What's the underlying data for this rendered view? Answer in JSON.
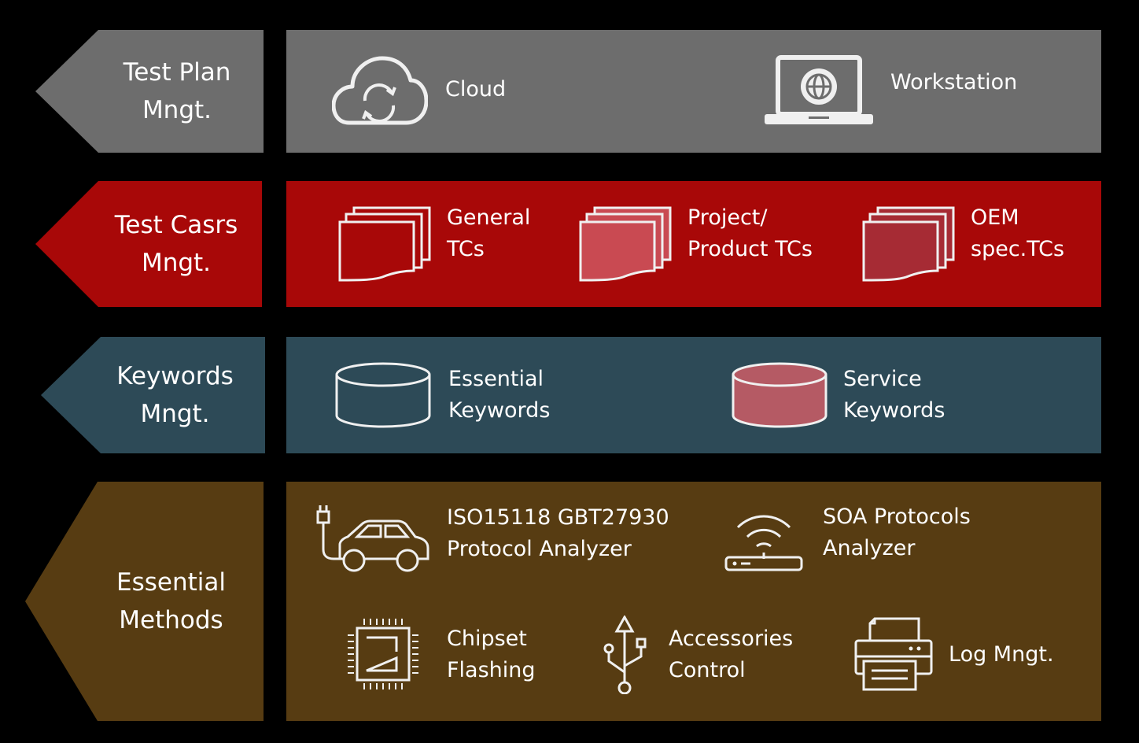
{
  "colors": {
    "gray": "#6d6d6d",
    "red": "#a80808",
    "teal": "#2d4a57",
    "brown": "#573c12",
    "icon_stroke": "#f0f0f0",
    "doc_fill_light": "#c94a52",
    "doc_fill_dark": "#a62b34",
    "db_fill": "#b55a64"
  },
  "rows": [
    {
      "tag": [
        "Test Plan",
        "Mngt."
      ],
      "items": [
        {
          "icon": "cloud-sync-icon",
          "lines": [
            "Cloud"
          ]
        },
        {
          "icon": "laptop-globe-icon",
          "lines": [
            "Workstation"
          ]
        }
      ]
    },
    {
      "tag": [
        "Test Casrs",
        "Mngt."
      ],
      "items": [
        {
          "icon": "documents-outline-icon",
          "lines": [
            "General",
            "TCs"
          ]
        },
        {
          "icon": "documents-filled-light-icon",
          "lines": [
            "Project/",
            "Product TCs"
          ]
        },
        {
          "icon": "documents-filled-dark-icon",
          "lines": [
            "OEM",
            "spec.TCs"
          ]
        }
      ]
    },
    {
      "tag": [
        "Keywords",
        "Mngt."
      ],
      "items": [
        {
          "icon": "database-outline-icon",
          "lines": [
            "Essential",
            "Keywords"
          ]
        },
        {
          "icon": "database-filled-icon",
          "lines": [
            "Service",
            "Keywords"
          ]
        }
      ]
    },
    {
      "tag": [
        "Essential",
        "Methods"
      ],
      "items": [
        {
          "icon": "electric-car-icon",
          "lines": [
            "ISO15118 GBT27930",
            "Protocol Analyzer"
          ]
        },
        {
          "icon": "wifi-router-icon",
          "lines": [
            "SOA Protocols",
            "Analyzer"
          ]
        },
        {
          "icon": "chip-icon",
          "lines": [
            "Chipset",
            "Flashing"
          ]
        },
        {
          "icon": "usb-icon",
          "lines": [
            "Accessories",
            "Control"
          ]
        },
        {
          "icon": "printer-icon",
          "lines": [
            "Log Mngt."
          ]
        }
      ]
    }
  ]
}
